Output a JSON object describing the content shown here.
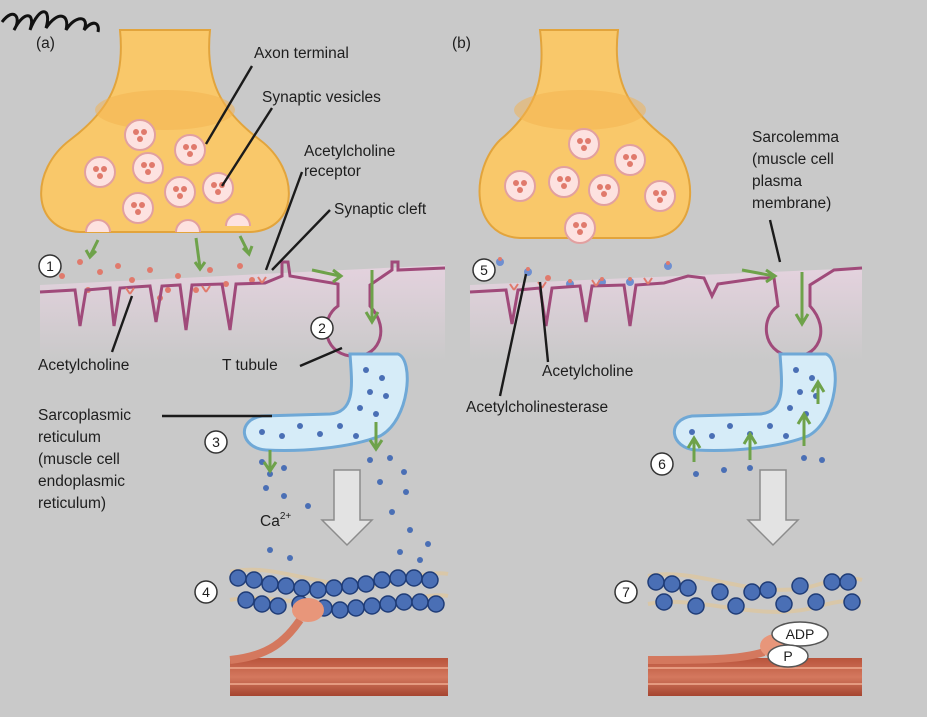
{
  "panel_a": {
    "letter": "(a)",
    "labels": {
      "axon_terminal": "Axon terminal",
      "synaptic_vesicles": "Synaptic vesicles",
      "ach_receptor_1": "Acetylcholine",
      "ach_receptor_2": "receptor",
      "synaptic_cleft": "Synaptic cleft",
      "acetylcholine": "Acetylcholine",
      "t_tubule": "T tubule",
      "sr_1": "Sarcoplasmic",
      "sr_2": "reticulum",
      "sr_3": "(muscle cell",
      "sr_4": "endoplasmic",
      "sr_5": "reticulum)",
      "ca_base": "Ca",
      "ca_sup": "2+"
    },
    "steps": [
      "1",
      "2",
      "3",
      "4"
    ]
  },
  "panel_b": {
    "letter": "(b)",
    "labels": {
      "sarcolemma_1": "Sarcolemma",
      "sarcolemma_2": "(muscle cell",
      "sarcolemma_3": "plasma",
      "sarcolemma_4": "membrane)",
      "acetylcholine": "Acetylcholine",
      "acetylcholinesterase": "Acetylcholinesterase",
      "adp": "ADP",
      "p": "P"
    },
    "steps": [
      "5",
      "6",
      "7"
    ]
  },
  "colors": {
    "background": "#c9c9c9",
    "axon": "#f9c86a",
    "axon_outline": "#e2a43c",
    "vesicle": "#fde2e0",
    "vesicle_dot": "#e07a6c",
    "membrane": "#a04a7a",
    "sr_fill": "#d6ecf8",
    "sr_outline": "#6fa8d6",
    "calcium": "#4a6fb5",
    "arrow": "#6ea24a",
    "muscle": "#c7644a",
    "myosin_head": "#e8967a"
  }
}
